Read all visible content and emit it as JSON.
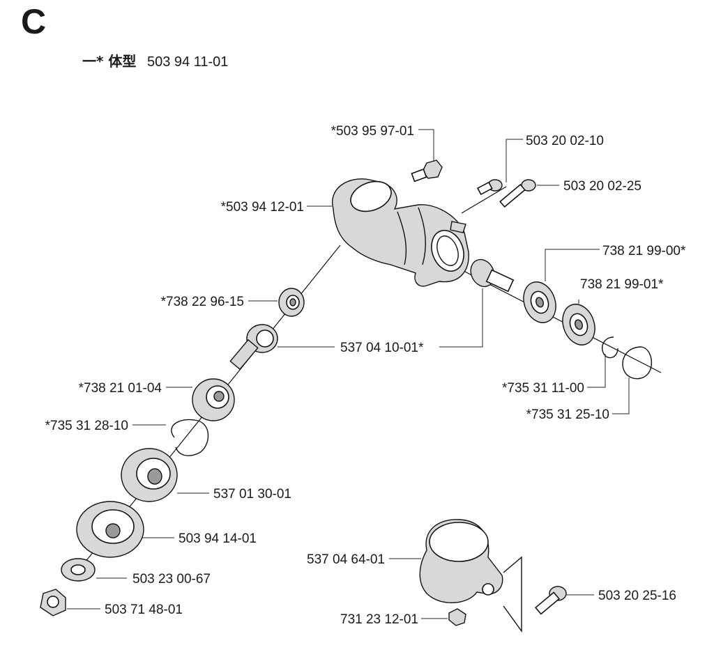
{
  "header": {
    "section_letter": "C",
    "assembly_label": "一* 体型",
    "assembly_number": "503 94 11-01"
  },
  "parts": [
    {
      "id": "p1",
      "number": "*503 95 97-01"
    },
    {
      "id": "p2",
      "number": "503 20 02-10"
    },
    {
      "id": "p3",
      "number": "503 20 02-25"
    },
    {
      "id": "p4",
      "number": "*503 94 12-01"
    },
    {
      "id": "p5",
      "number": "738 21 99-00*"
    },
    {
      "id": "p6",
      "number": "738 21 99-01*"
    },
    {
      "id": "p7",
      "number": "*738 22 96-15"
    },
    {
      "id": "p8",
      "number": "537 04 10-01*"
    },
    {
      "id": "p9",
      "number": "*738 21 01-04"
    },
    {
      "id": "p10",
      "number": "*735 31 11-00"
    },
    {
      "id": "p11",
      "number": "*735 31 25-10"
    },
    {
      "id": "p12",
      "number": "*735 31 28-10"
    },
    {
      "id": "p13",
      "number": "537 01 30-01"
    },
    {
      "id": "p14",
      "number": "503 94 14-01"
    },
    {
      "id": "p15",
      "number": "537 04 64-01"
    },
    {
      "id": "p16",
      "number": "503 23 00-67"
    },
    {
      "id": "p17",
      "number": "503 20 25-16"
    },
    {
      "id": "p18",
      "number": "503 71 48-01"
    },
    {
      "id": "p19",
      "number": "731 23 12-01"
    }
  ]
}
